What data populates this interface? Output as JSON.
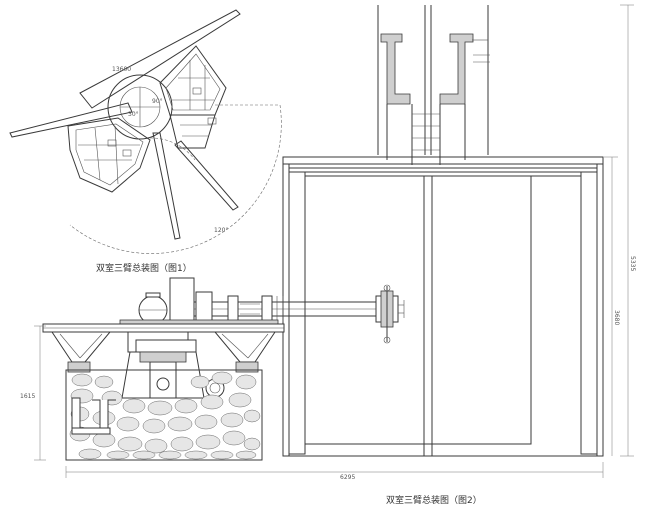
{
  "figure1": {
    "caption": "双室三臂总装图（图1）",
    "radius_label": "13600",
    "angle_labels": [
      "30°",
      "90°",
      "120°"
    ]
  },
  "figure2": {
    "caption": "双室三臂总装图（图2）",
    "dimensions": {
      "total_height": "5335",
      "chamber_height": "3680",
      "base_height": "1615",
      "total_width": "6295"
    }
  }
}
